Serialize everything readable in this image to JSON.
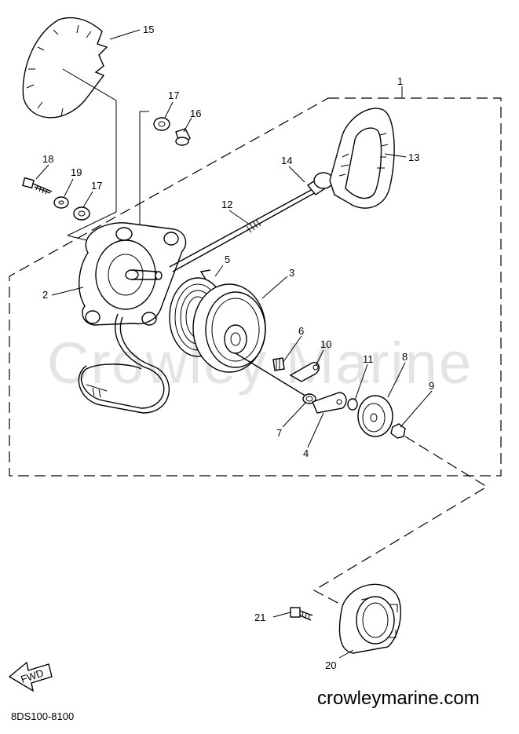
{
  "callouts": [
    {
      "id": "15",
      "label": "15"
    },
    {
      "id": "1",
      "label": "1"
    },
    {
      "id": "17a",
      "label": "17"
    },
    {
      "id": "16",
      "label": "16"
    },
    {
      "id": "13",
      "label": "13"
    },
    {
      "id": "18",
      "label": "18"
    },
    {
      "id": "19",
      "label": "19"
    },
    {
      "id": "17b",
      "label": "17"
    },
    {
      "id": "14",
      "label": "14"
    },
    {
      "id": "12",
      "label": "12"
    },
    {
      "id": "5",
      "label": "5"
    },
    {
      "id": "3",
      "label": "3"
    },
    {
      "id": "2",
      "label": "2"
    },
    {
      "id": "6",
      "label": "6"
    },
    {
      "id": "10",
      "label": "10"
    },
    {
      "id": "11",
      "label": "11"
    },
    {
      "id": "8",
      "label": "8"
    },
    {
      "id": "9",
      "label": "9"
    },
    {
      "id": "7",
      "label": "7"
    },
    {
      "id": "4",
      "label": "4"
    },
    {
      "id": "21",
      "label": "21"
    },
    {
      "id": "20",
      "label": "20"
    }
  ],
  "fwd_label": "FWD",
  "diagram_code": "8DS100-8100",
  "website": "crowleymarine.com",
  "watermark": "Crowley Marine"
}
